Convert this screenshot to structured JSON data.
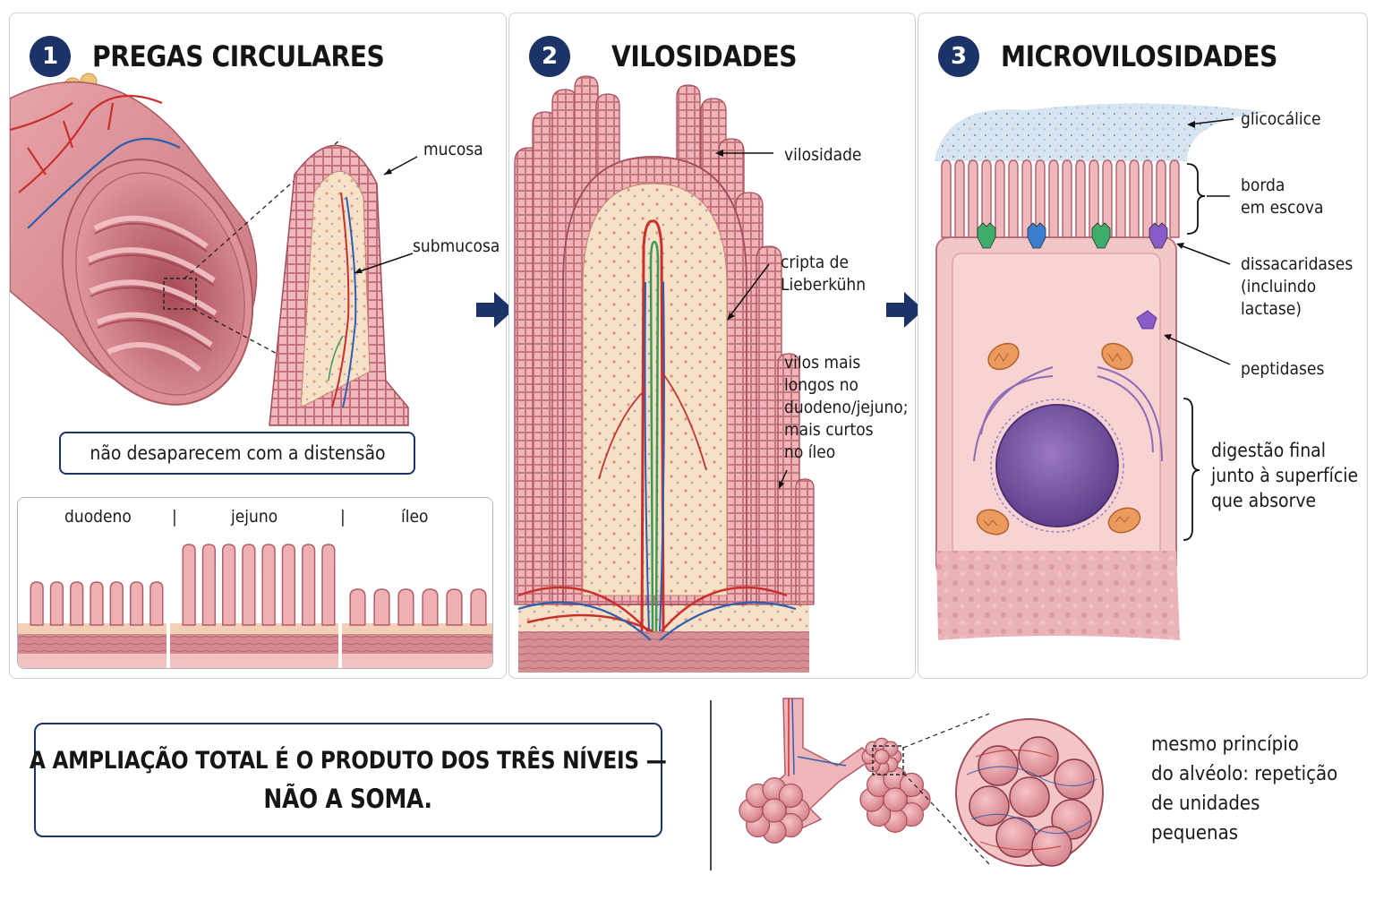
{
  "colors": {
    "navy": "#1b3366",
    "mucosa": "#e8a0a6",
    "mucosa_dark": "#c96b77",
    "submucosa": "#f5dfc4",
    "artery": "#c9302c",
    "vein": "#2f5fb0",
    "lacteal": "#3a9a5a",
    "nucleus": "#7e5aa8",
    "mitochondria": "#e58a4d",
    "glycocalyx": "#c9dcec"
  },
  "panel1": {
    "number": "1",
    "title": "PREGAS CIRCULARES",
    "labels": {
      "mucosa": "mucosa",
      "submucosa": "submucosa"
    },
    "note": "não desaparecem com a distensão",
    "segments": [
      "duodeno",
      "jejuno",
      "íleo"
    ],
    "separator": "|"
  },
  "panel2": {
    "number": "2",
    "title": "VILOSIDADES",
    "labels": {
      "vilosidade": "vilosidade",
      "cripta": [
        "cripta de",
        "Lieberkühn"
      ],
      "vilos_note": [
        "vilos mais",
        "longos no",
        "duodeno/jejuno;",
        "mais curtos",
        "no íleo"
      ]
    }
  },
  "panel3": {
    "number": "3",
    "title": "MICROVILOSIDADES",
    "labels": {
      "glicocalice": "glicocálice",
      "borda": [
        "borda",
        "em escova"
      ],
      "dissacaridases": [
        "dissacaridases",
        "(incluindo",
        "lactase)"
      ],
      "peptidases": "peptidases",
      "digestao": [
        "digestão final",
        "junto à superfície",
        "que absorve"
      ]
    },
    "enzyme_colors": [
      "#3fae6a",
      "#3a7fcf",
      "#3fae6a",
      "#8a5ac8"
    ]
  },
  "conclusion": {
    "line1": "A AMPLIAÇÃO TOTAL É O PRODUTO DOS TRÊS NÍVEIS —",
    "line2": "NÃO A SOMA."
  },
  "alveolo": {
    "text": [
      "mesmo princípio",
      "do alvéolo: repetição",
      "de unidades",
      "pequenas"
    ]
  },
  "icons": {
    "flow_arrow": "arrow-right-icon"
  }
}
